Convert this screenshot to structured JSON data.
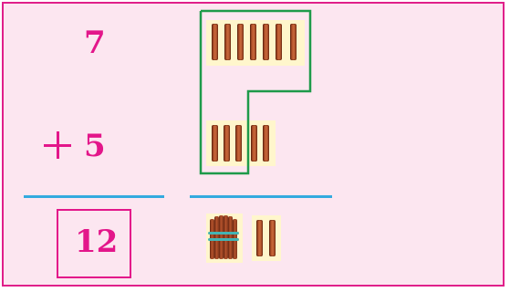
{
  "problem": {
    "addend_top": "7",
    "addend_bottom": "5",
    "operator": "+",
    "answer": "12"
  },
  "colors": {
    "number_color": "#e3168a",
    "rule_color": "#33aadf",
    "group_outline_color": "#1e9a4a",
    "card_color": "#fff6cc"
  },
  "counters": {
    "top_sticks": 7,
    "bottom_sticks": 5,
    "bundled_sticks": 10,
    "loose_sticks_result": 2
  }
}
